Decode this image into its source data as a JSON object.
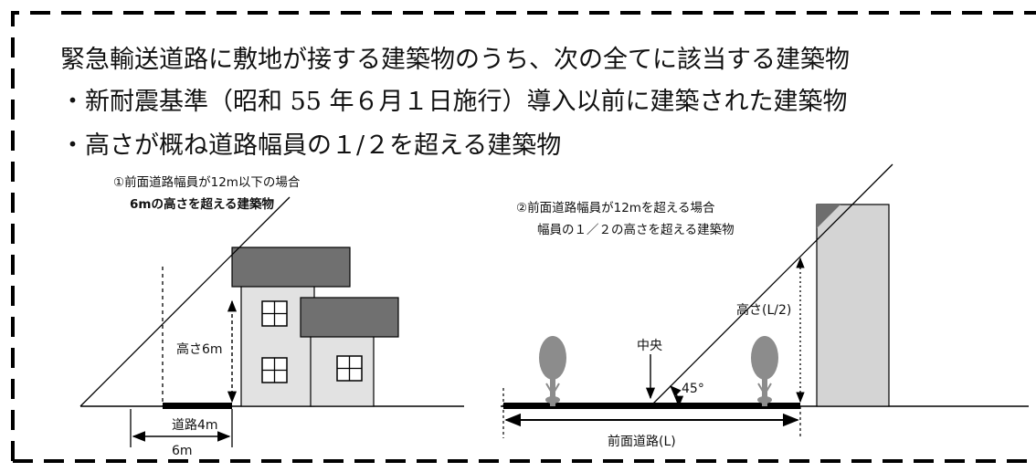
{
  "header": {
    "line1": "緊急輸送道路に敷地が接する建築物のうち、次の全てに該当する建築物",
    "line2": "・新耐震基準（昭和 55 年６月１日施行）導入以前に建築された建築物",
    "line3": "・高さが概ね道路幅員の１/２を超える建築物"
  },
  "diagram1": {
    "title_line1": "①前面道路幅員が12m以下の場合",
    "title_line2": "6mの高さを超える建築物",
    "height_label": "高さ6m",
    "road_label": "道路4m",
    "width_label": "6m"
  },
  "diagram2": {
    "title_line1": "②前面道路幅員が12mを超える場合",
    "title_line2": "幅員の１／２の高さを超える建築物",
    "height_label": "高さ(L/2)",
    "center_label": "中央",
    "angle_label": "45°",
    "road_label": "前面道路(L)"
  },
  "colors": {
    "roof": "#707070",
    "wall": "#e2e2e2",
    "tower": "#d4d4d4",
    "tree": "#8c8c8c",
    "frame": "#000000"
  }
}
